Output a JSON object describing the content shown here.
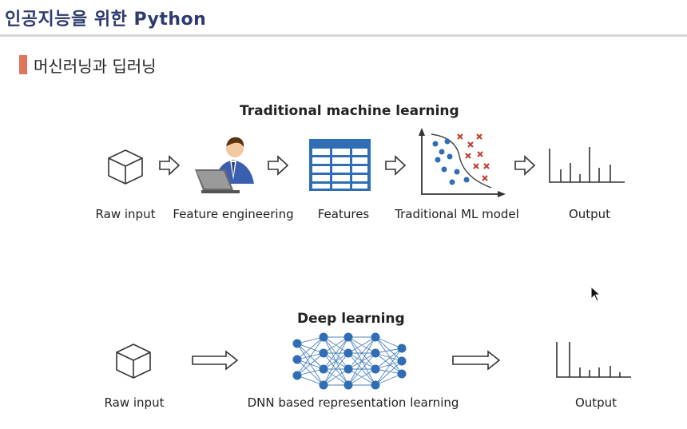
{
  "header": {
    "title": "인공지능을 위한 Python"
  },
  "section": {
    "label": "머신러닝과 딥러닝"
  },
  "traditional": {
    "title": "Traditional machine learning",
    "captions": [
      "Raw input",
      "Feature engineering",
      "Features",
      "Traditional ML model",
      "Output"
    ]
  },
  "deep": {
    "title": "Deep learning",
    "captions": [
      "Raw input",
      "DNN based representation learning",
      "Output"
    ]
  },
  "colors": {
    "title": "#2e3a6e",
    "accent_bar": "#e0735a",
    "table_blue": "#2f6db5",
    "node_blue": "#2f6db5",
    "class_red": "#c0392b"
  },
  "icons": [
    "cube-icon",
    "arrow-right-icon",
    "engineer-laptop-icon",
    "table-icon",
    "scatter-classifier-icon",
    "bar-output-icon",
    "neural-network-icon",
    "mouse-cursor-icon"
  ]
}
